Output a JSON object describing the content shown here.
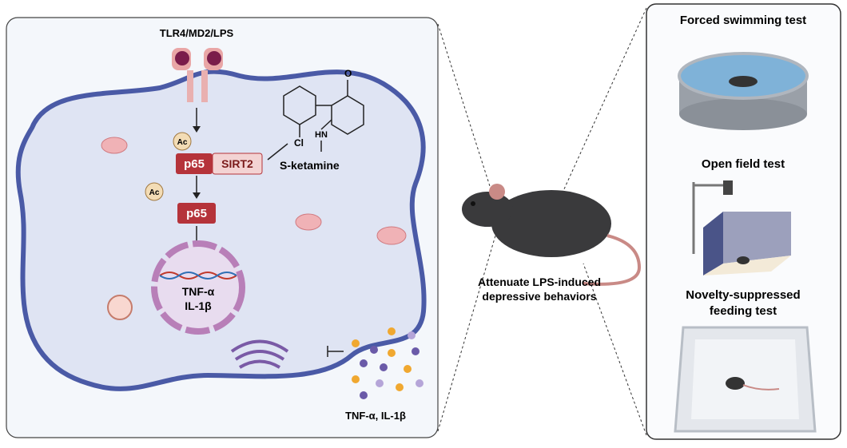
{
  "cell_panel": {
    "receptor_label": "TLR4/MD2/LPS",
    "acetyl_1": "Ac",
    "acetyl_2": "Ac",
    "p65_bound": "p65",
    "sirt2": "SIRT2",
    "drug": "S-ketamine",
    "chem_cl": "Cl",
    "chem_hn": "HN",
    "chem_o": "O",
    "p65_free": "p65",
    "gene_1": "TNF-α",
    "gene_2": "IL-1β",
    "cytokines": "TNF-α, IL-1β"
  },
  "mouse": {
    "caption_line1": "Attenuate LPS-induced",
    "caption_line2": "depressive behaviors"
  },
  "tests": {
    "fst": "Forced swimming test",
    "oft": "Open field test",
    "nsf_line1": "Novelty-suppressed",
    "nsf_line2": "feeding test"
  },
  "colors": {
    "cell_outline": "#4a5aa6",
    "cell_fill": "#dfe4f3",
    "p65": "#b5333a",
    "sirt2": "#f3d3d3",
    "acetyl": "#f3dcb5"
  }
}
